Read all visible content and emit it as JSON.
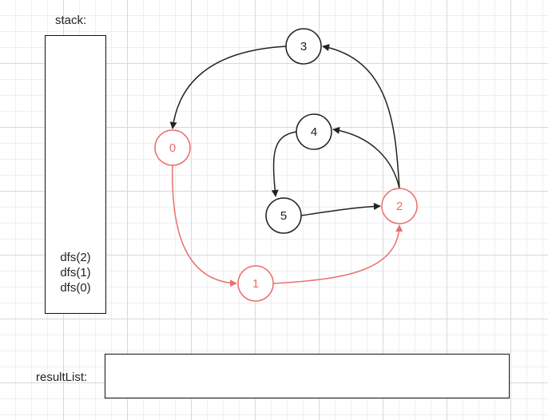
{
  "stack": {
    "label": "stack:",
    "items": [
      "dfs(2)",
      "dfs(1)",
      "dfs(0)"
    ]
  },
  "result_list": {
    "label": "resultList:",
    "items": []
  },
  "graph": {
    "colors": {
      "visited": "#e8706e",
      "default": "#222222"
    },
    "nodes": [
      {
        "id": "0",
        "label": "0",
        "state": "visited"
      },
      {
        "id": "1",
        "label": "1",
        "state": "visited"
      },
      {
        "id": "2",
        "label": "2",
        "state": "visited"
      },
      {
        "id": "3",
        "label": "3",
        "state": "default"
      },
      {
        "id": "4",
        "label": "4",
        "state": "default"
      },
      {
        "id": "5",
        "label": "5",
        "state": "default"
      }
    ],
    "edges": [
      {
        "from": "3",
        "to": "0",
        "state": "default"
      },
      {
        "from": "0",
        "to": "1",
        "state": "visited"
      },
      {
        "from": "1",
        "to": "2",
        "state": "visited"
      },
      {
        "from": "2",
        "to": "3",
        "state": "default"
      },
      {
        "from": "2",
        "to": "4",
        "state": "default"
      },
      {
        "from": "4",
        "to": "5",
        "state": "default"
      },
      {
        "from": "5",
        "to": "2",
        "state": "default"
      }
    ]
  }
}
